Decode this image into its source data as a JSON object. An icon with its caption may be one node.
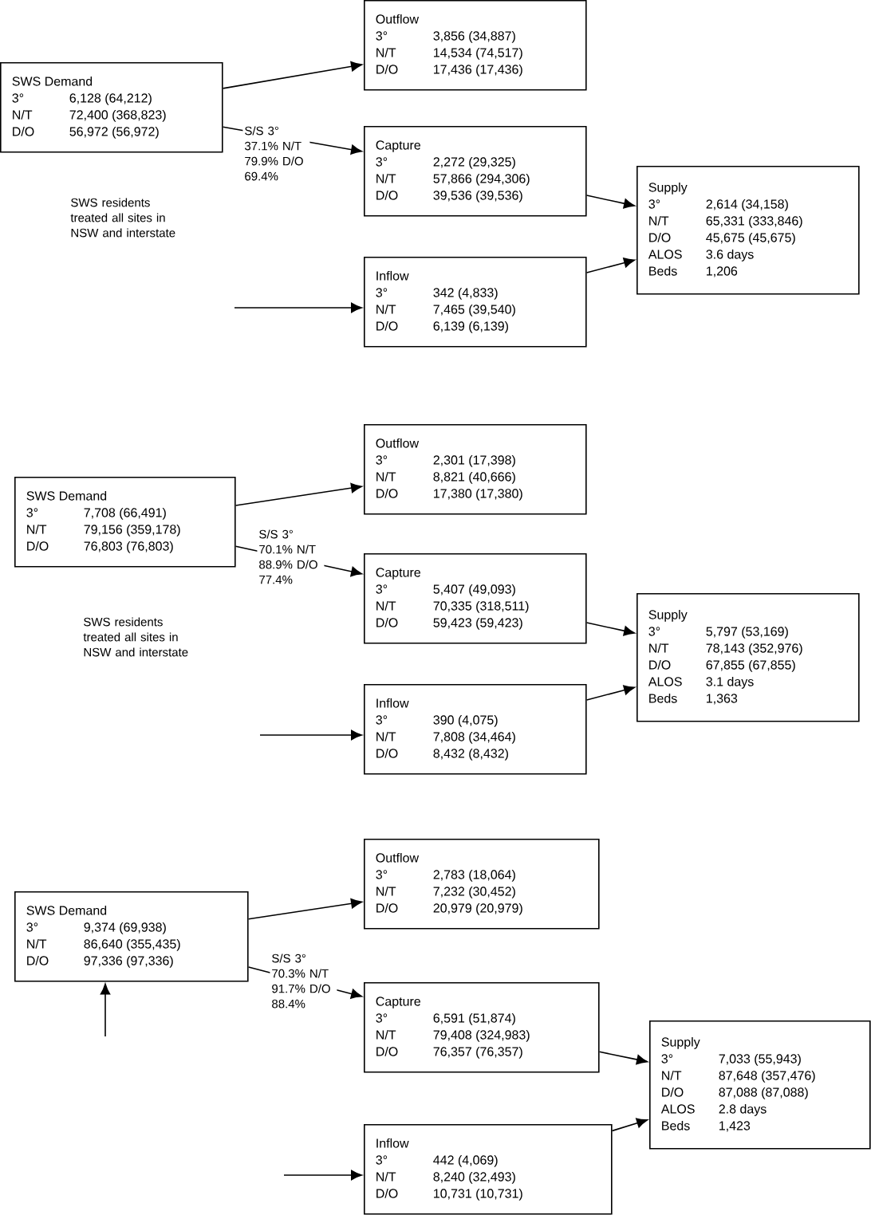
{
  "diagram": {
    "nodes": [
      {
        "text": [
          "SWS Demand",
          "3°",
          "6,128 (64,212)",
          "N/T",
          "72,400 (368,823)",
          "D/O",
          "56,972 (56,972)"
        ]
      },
      {
        "text": [
          "Outflow",
          "3°",
          "3,856 (34,887)",
          "N/T",
          "14,534 (74,517)",
          "D/O",
          "17,436 (17,436)"
        ]
      },
      {
        "text": [
          "Capture",
          "3°",
          "2,272 (29,325)",
          "N/T",
          "57,866 (294,306)",
          "D/O",
          "39,536 (39,536)"
        ]
      },
      {
        "text": [
          "Inflow",
          "3°",
          "342 (4,833)",
          "N/T",
          "7,465 (39,540)",
          "D/O",
          "6,139 (6,139)"
        ]
      },
      {
        "text": [
          "Supply",
          "3°",
          "2,614 (34,158)",
          "N/T",
          "65,331 (333,846)",
          "D/O",
          "45,675 (45,675)",
          "ALOS",
          "3.6 days",
          "Beds",
          "1,206"
        ]
      },
      {
        "text": [
          "SWS Demand",
          "3°",
          "7,708 (66,491)",
          "N/T",
          "79,156 (359,178)",
          "D/O",
          "76,803 (76,803)"
        ]
      },
      {
        "text": [
          "Outflow",
          "3°",
          "2,301 (17,398)",
          "N/T",
          "8,821 (40,666)",
          "D/O",
          "17,380 (17,380)"
        ]
      },
      {
        "text": [
          "Capture",
          "3°",
          "5,407 (49,093)",
          "N/T",
          "70,335 (318,511)",
          "D/O",
          "59,423 (59,423)"
        ]
      },
      {
        "text": [
          "Inflow",
          "3°",
          "390 (4,075)",
          "N/T",
          "7,808 (34,464)",
          "D/O",
          "8,432 (8,432)"
        ]
      },
      {
        "text": [
          "Supply",
          "3°",
          "5,797 (53,169)",
          "N/T",
          "78,143 (352,976)",
          "D/O",
          "67,855 (67,855)",
          "ALOS",
          "3.1 days",
          "Beds",
          "1,363"
        ]
      },
      {
        "text": [
          "SWS Demand",
          "3°",
          "9,374 (69,938)",
          "N/T",
          "86,640 (355,435)",
          "D/O",
          "97,336 (97,336)"
        ]
      },
      {
        "text": [
          "Outflow",
          "3°",
          "2,783 (18,064)",
          "N/T",
          "7,232 (30,452)",
          "D/O",
          "20,979 (20,979)"
        ]
      },
      {
        "text": [
          "Capture",
          "3°",
          "6,591 (51,874)",
          "N/T",
          "79,408 (324,983)",
          "D/O",
          "76,357 (76,357)"
        ]
      },
      {
        "text": [
          "Inflow",
          "3°",
          "442 (4,069)",
          "N/T",
          "8,240 (32,493)",
          "D/O",
          "10,731 (10,731)"
        ]
      },
      {
        "text": [
          "Supply",
          "3°",
          "7,033 (55,943)",
          "N/T",
          "87,648 (357,476)",
          "D/O",
          "87,088 (87,088)",
          "ALOS",
          "2.8 days",
          "Beds",
          "1,423"
        ]
      }
    ],
    "edges": [
      {
        "from": 0,
        "to": 1,
        "arrow": "to"
      },
      {
        "from": 0,
        "to": 2,
        "arrow": "to",
        "label": "S/S 3° 37.1% N/T 79.9% D/O 69.4%"
      },
      {
        "from": 2,
        "to": 4,
        "arrow": "to"
      },
      {
        "from": 3,
        "to": 4,
        "arrow": "to"
      },
      {
        "from": null,
        "to": 3,
        "arrow": "to"
      },
      {
        "from": 5,
        "to": 6,
        "arrow": "to"
      },
      {
        "from": 5,
        "to": 7,
        "arrow": "to",
        "label": "S/S 3° 70.1% N/T 88.9% D/O 77.4%"
      },
      {
        "from": 7,
        "to": 9,
        "arrow": "to"
      },
      {
        "from": 8,
        "to": 9,
        "arrow": "to"
      },
      {
        "from": null,
        "to": 8,
        "arrow": "to"
      },
      {
        "from": 10,
        "to": 11,
        "arrow": "to"
      },
      {
        "from": 10,
        "to": 12,
        "arrow": "to",
        "label": "S/S 3° 70.3% N/T 91.7% D/O 88.4%"
      },
      {
        "from": 12,
        "to": 14,
        "arrow": "to"
      },
      {
        "from": 13,
        "to": 14,
        "arrow": "to"
      },
      {
        "from": null,
        "to": 13,
        "arrow": "to"
      },
      {
        "from": null,
        "to": 10,
        "arrow": "to"
      }
    ],
    "labels": [
      "SWS residents treated all sites in NSW and interstate",
      "SWS residents treated all sites in NSW and interstate"
    ]
  }
}
